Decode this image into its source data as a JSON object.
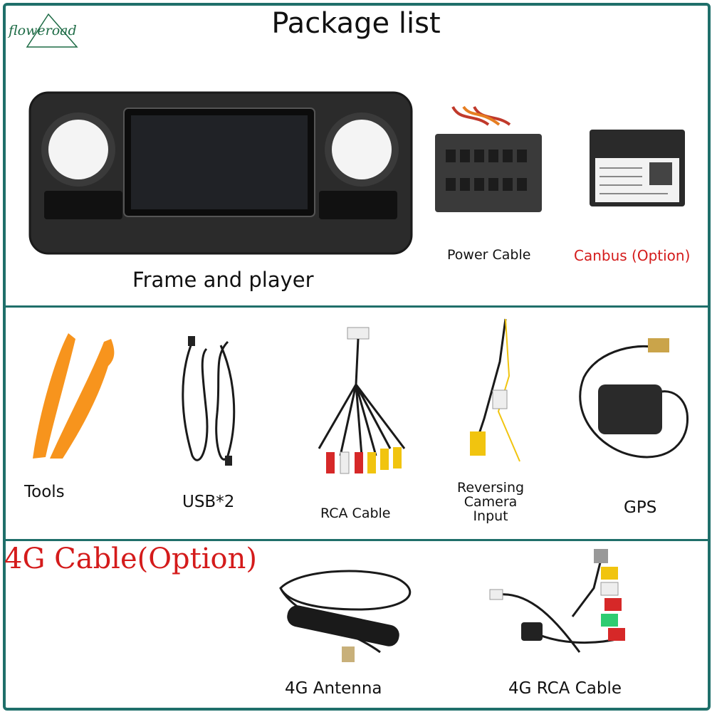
{
  "header": {
    "title": "Package list",
    "logo_text": "floweroad"
  },
  "items": {
    "frame": "Frame and player",
    "power": "Power Cable",
    "canbus": "Canbus (Option)",
    "tools": "Tools",
    "usb": "USB*2",
    "rca": "RCA Cable",
    "rev1": "Reversing",
    "rev2": "Camera",
    "rev3": "Input",
    "gps": "GPS",
    "antenna": "4G Antenna",
    "rca4g": "4G RCA Cable"
  },
  "option_heading": "4G Cable(Option)",
  "colors": {
    "border": "#1f6f6a",
    "accent_red": "#d41b1b",
    "tool_orange": "#f7941d"
  }
}
